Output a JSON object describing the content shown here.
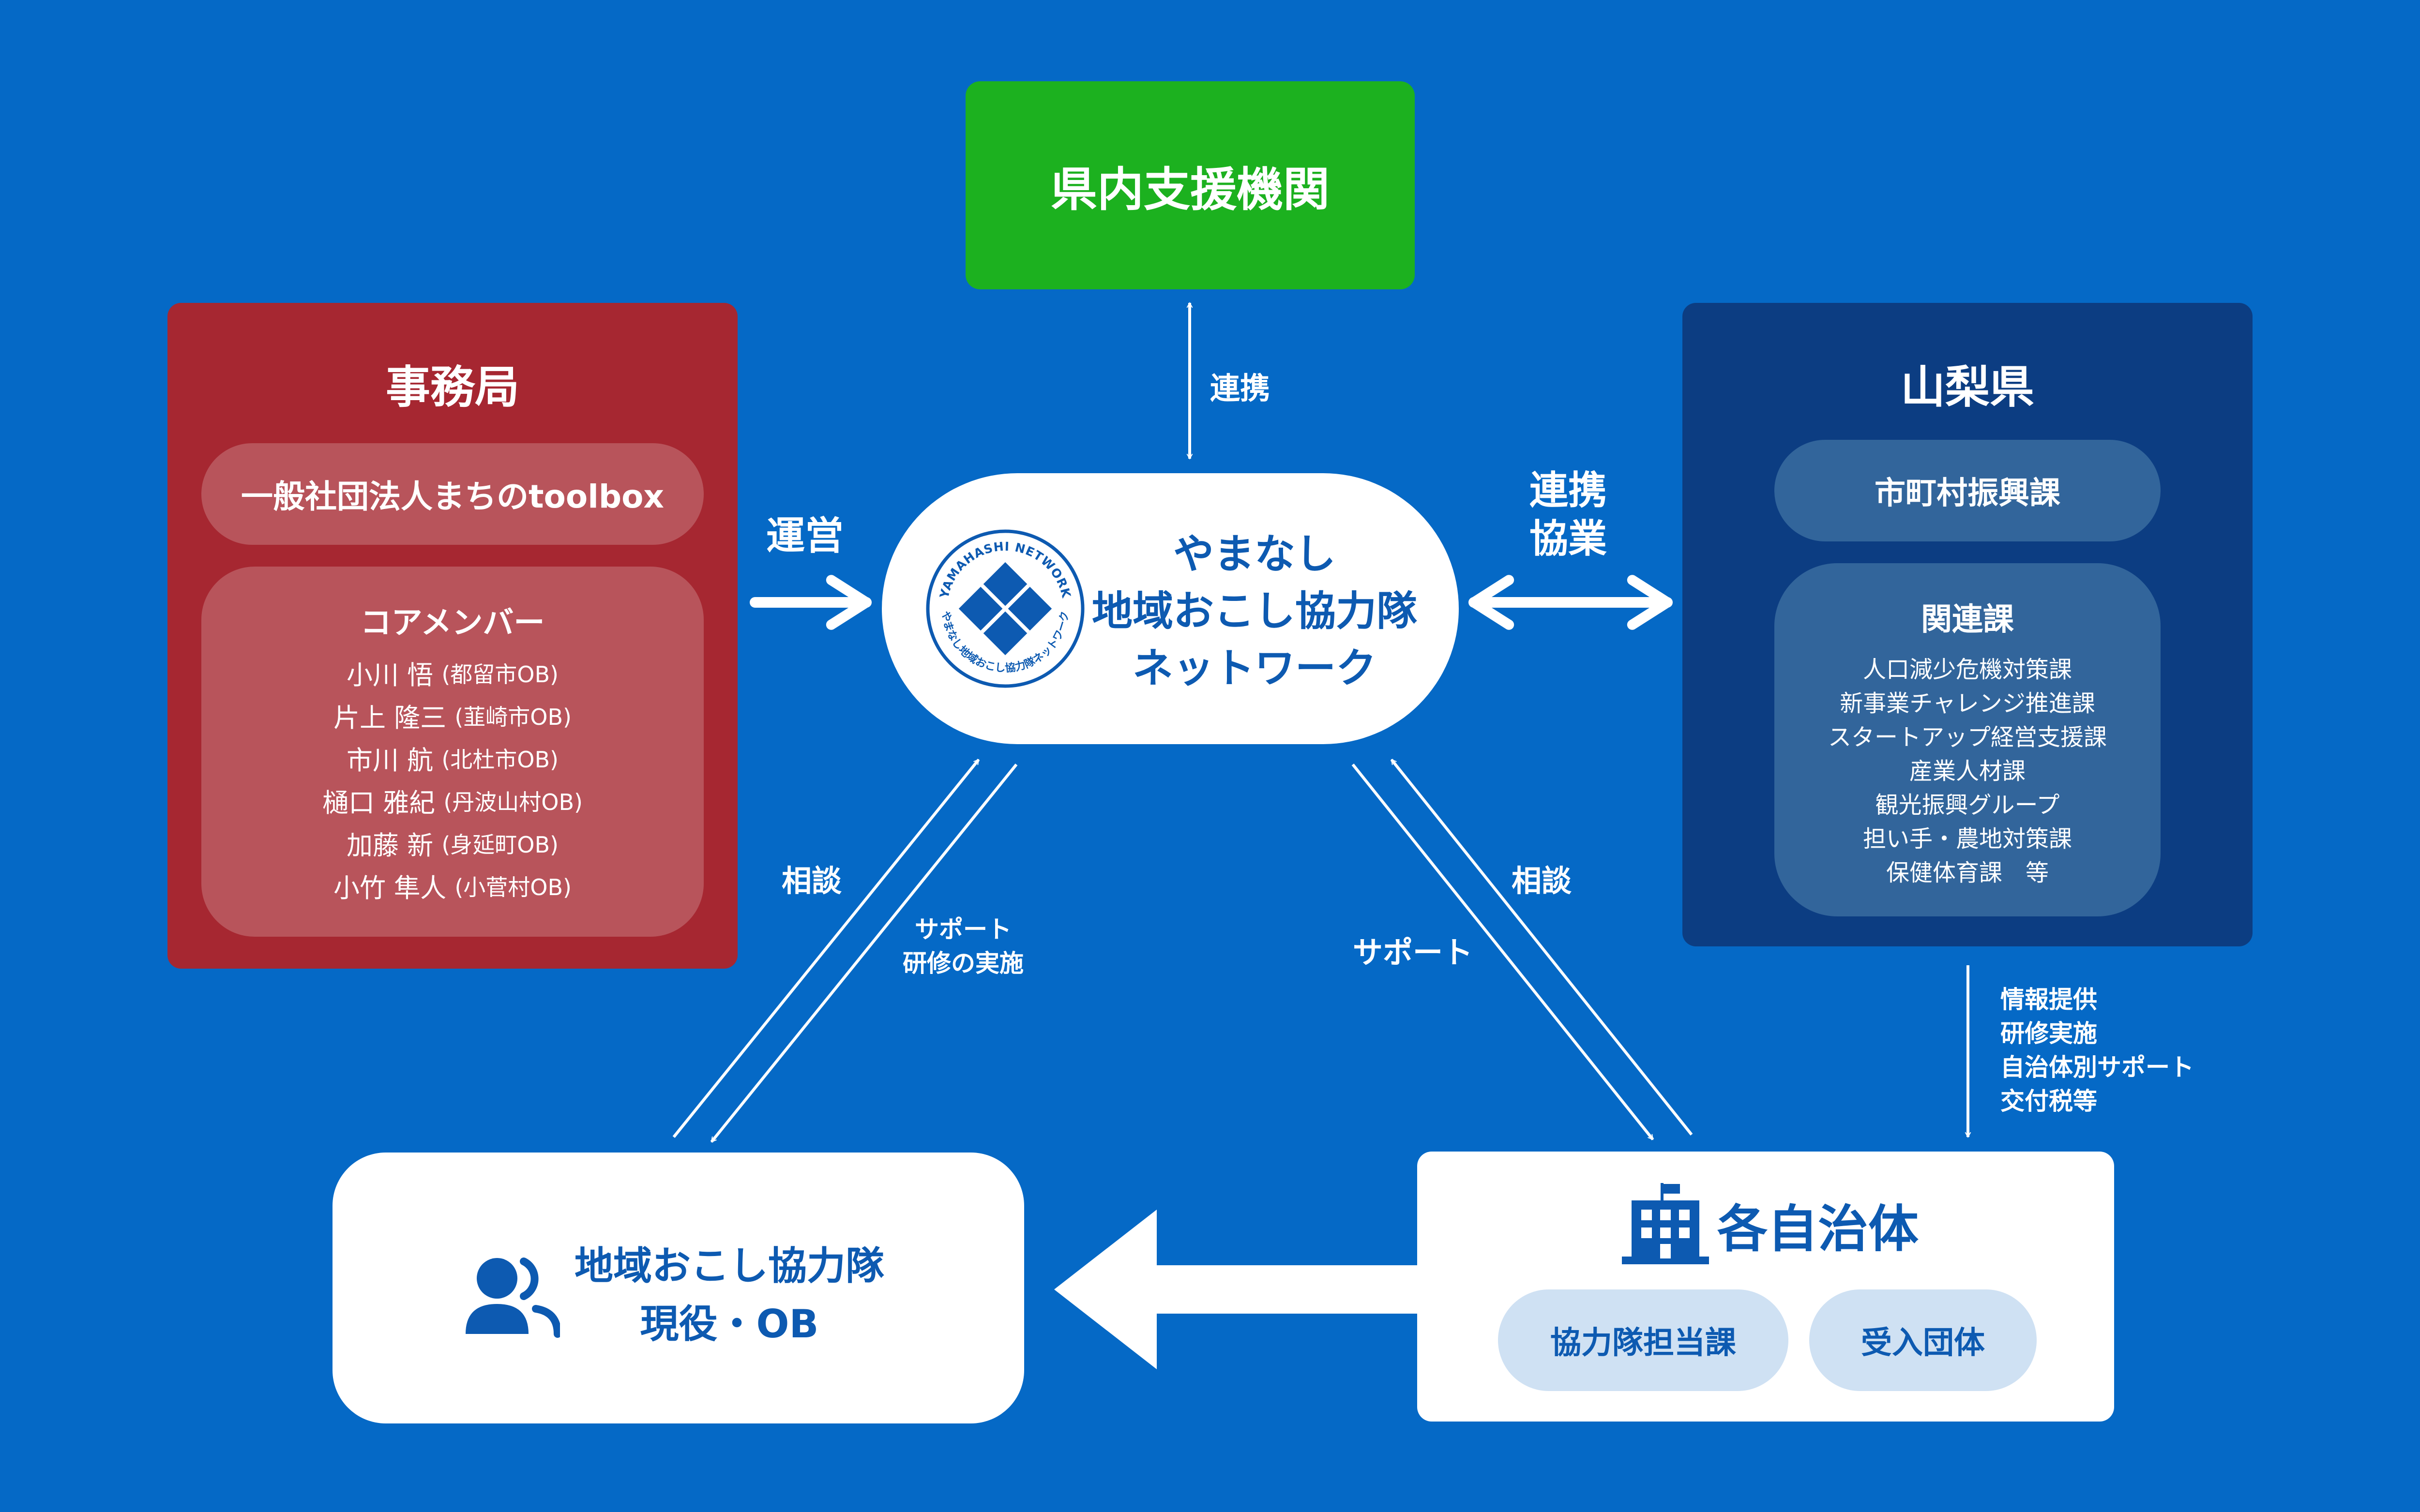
{
  "top_box": {
    "title": "県内支援機関"
  },
  "secretariat": {
    "title": "事務局",
    "org": "一般社団法人まちのtoolbox",
    "core": {
      "title": "コアメンバー",
      "members": [
        {
          "name": "小川 悟",
          "note": "(都留市OB)"
        },
        {
          "name": "片上 隆三",
          "note": "(韮崎市OB)"
        },
        {
          "name": "市川 航",
          "note": "(北杜市OB)"
        },
        {
          "name": "樋口 雅紀",
          "note": "(丹波山村OB)"
        },
        {
          "name": "加藤 新",
          "note": "(身延町OB)"
        },
        {
          "name": "小竹 隼人",
          "note": "(小菅村OB)"
        }
      ]
    }
  },
  "prefecture": {
    "title": "山梨県",
    "section": "市町村振興課",
    "related": {
      "title": "関連課",
      "items": [
        "人口減少危機対策課",
        "新事業チャレンジ推進課",
        "スタートアップ経営支援課",
        "産業人材課",
        "観光振興グループ",
        "担い手・農地対策課",
        "保健体育課　等"
      ]
    }
  },
  "network": {
    "lines": [
      "やまなし",
      "地域おこし協力隊",
      "ネットワーク"
    ],
    "logo_ring_top": "YAMAHASHI NETWORK",
    "logo_ring_bottom": "やまなし地域おこし協力隊ネットワーク"
  },
  "members_box": {
    "lines": [
      "地域おこし協力隊",
      "現役・OB"
    ],
    "icon": "users-icon"
  },
  "municipalities": {
    "title": "各自治体",
    "icon": "building-icon",
    "pills": [
      "協力隊担当課",
      "受入団体"
    ]
  },
  "labels": {
    "renkei_top": "連携",
    "unei": "運営",
    "renkei_kyogyo": [
      "連携",
      "協業"
    ],
    "soudan_left": "相談",
    "support_left": [
      "サポート",
      "研修の実施"
    ],
    "soudan_right": "相談",
    "support_right": "サポート",
    "pref_to_muni": [
      "情報提供",
      "研修実施",
      "自治体別サポート",
      "交付税等"
    ]
  },
  "colors": {
    "background": "#0569c6",
    "secretariat": "#a62731",
    "prefecture": "#0c3d82",
    "support_org": "#1cb11f",
    "text_blue": "#0d5ab1",
    "pill_light": "#cfe1f3"
  }
}
